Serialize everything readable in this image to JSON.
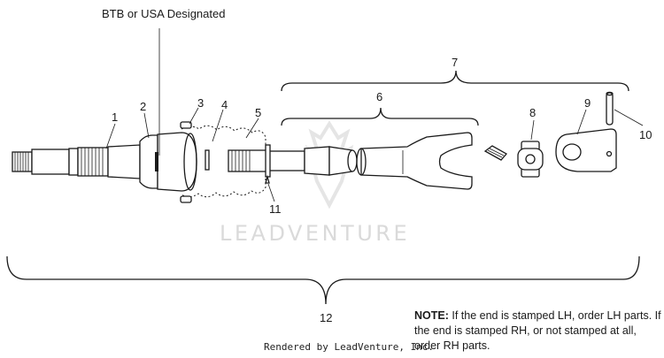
{
  "callout_top": "BTB or USA Designated",
  "callouts": {
    "c1": "1",
    "c2": "2",
    "c3": "3",
    "c4": "4",
    "c5": "5",
    "c6": "6",
    "c7": "7",
    "c8": "8",
    "c9": "9",
    "c10": "10",
    "c11": "11",
    "c12": "12"
  },
  "watermark": "LEADVENTURE",
  "note": {
    "label": "NOTE:",
    "text": " If the end is stamped LH, order LH parts.  If the end is stamped RH, or not stamped at all, order RH parts."
  },
  "footer": "Rendered by LeadVenture, Inc.",
  "colors": {
    "ink": "#1a1a1a",
    "watermark": "#dadada",
    "background": "#ffffff"
  }
}
